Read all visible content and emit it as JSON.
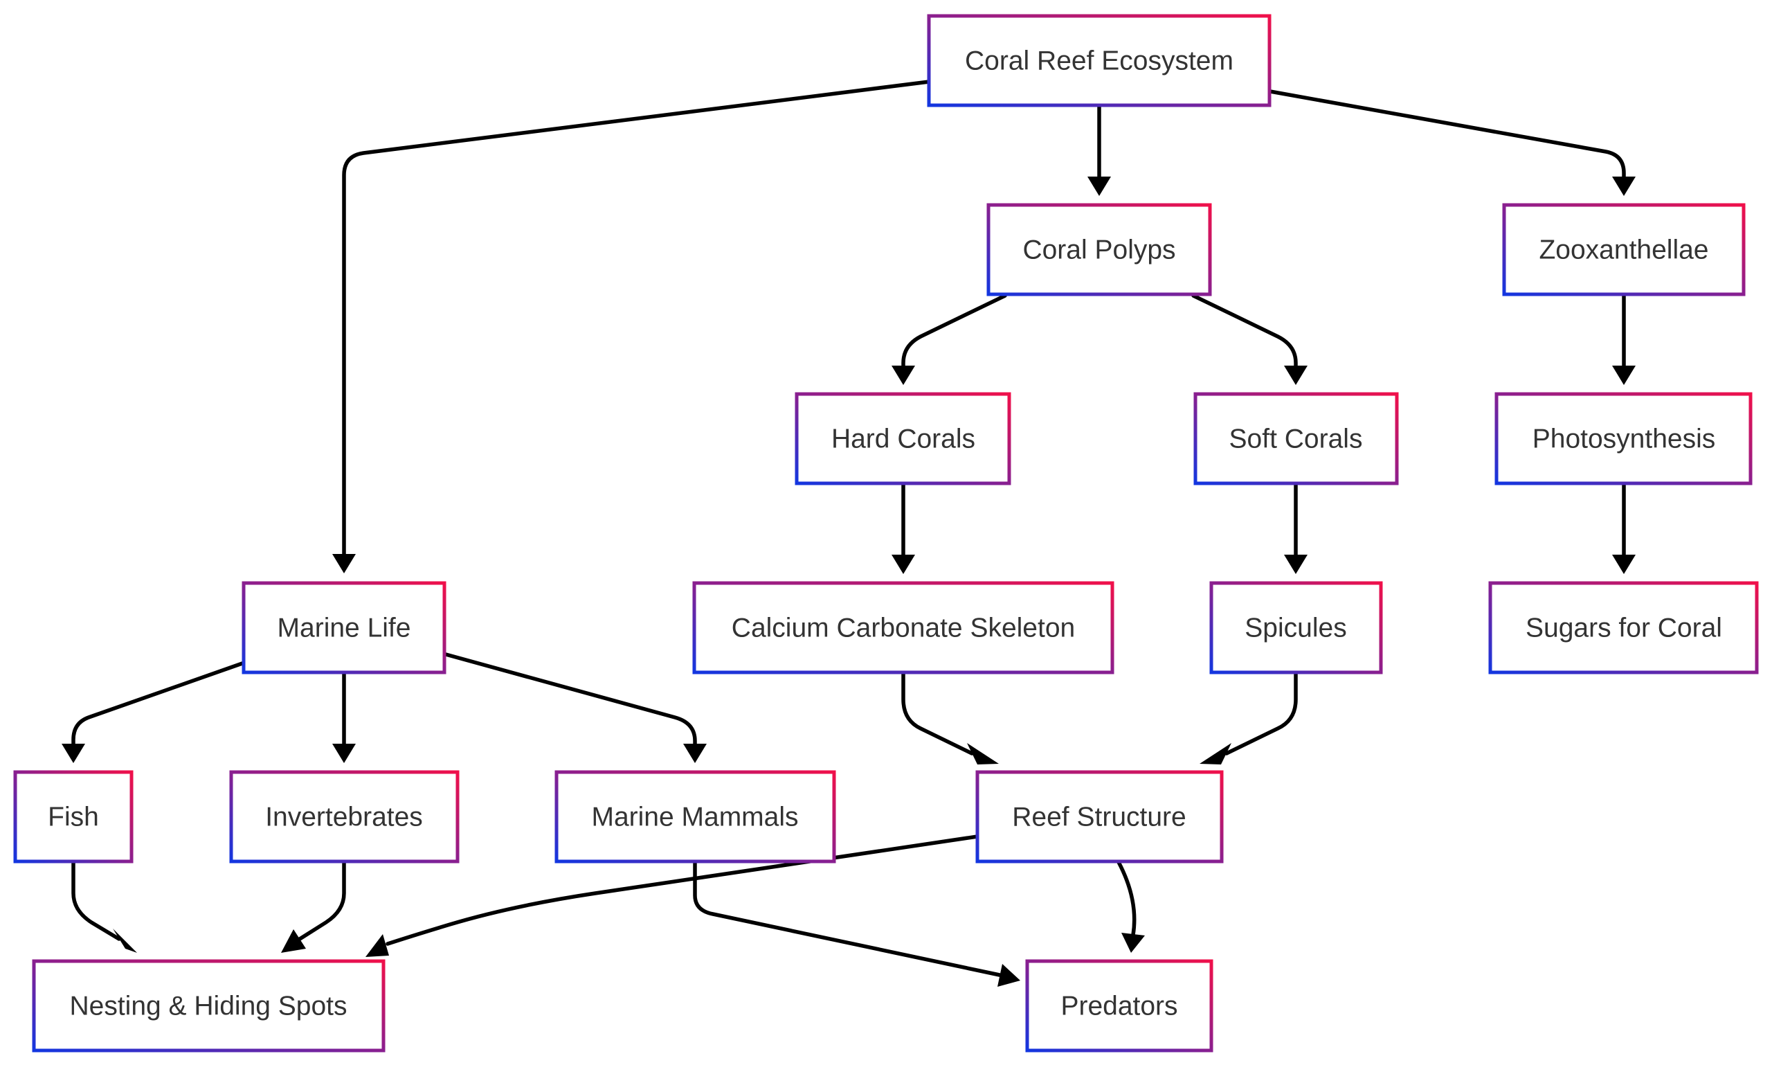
{
  "colors": {
    "border_start": "#1336e0",
    "border_mid": "#8a1f8f",
    "border_end": "#f0104a",
    "edge": "#000000",
    "text": "#333333",
    "background": "#ffffff"
  },
  "nodes": {
    "reef_ecosystem": "Coral Reef Ecosystem",
    "coral_polyps": "Coral Polyps",
    "zooxanthellae": "Zooxanthellae",
    "hard_corals": "Hard Corals",
    "soft_corals": "Soft Corals",
    "photosynthesis": "Photosynthesis",
    "marine_life": "Marine Life",
    "calcium_skeleton": "Calcium Carbonate Skeleton",
    "spicules": "Spicules",
    "sugars": "Sugars for Coral",
    "fish": "Fish",
    "invertebrates": "Invertebrates",
    "marine_mammals": "Marine Mammals",
    "reef_structure": "Reef Structure",
    "nesting_spots": "Nesting & Hiding Spots",
    "predators": "Predators"
  },
  "edges": [
    {
      "from": "reef_ecosystem",
      "to": "marine_life"
    },
    {
      "from": "reef_ecosystem",
      "to": "coral_polyps"
    },
    {
      "from": "reef_ecosystem",
      "to": "zooxanthellae"
    },
    {
      "from": "coral_polyps",
      "to": "hard_corals"
    },
    {
      "from": "coral_polyps",
      "to": "soft_corals"
    },
    {
      "from": "zooxanthellae",
      "to": "photosynthesis"
    },
    {
      "from": "hard_corals",
      "to": "calcium_skeleton"
    },
    {
      "from": "soft_corals",
      "to": "spicules"
    },
    {
      "from": "photosynthesis",
      "to": "sugars"
    },
    {
      "from": "marine_life",
      "to": "fish"
    },
    {
      "from": "marine_life",
      "to": "invertebrates"
    },
    {
      "from": "marine_life",
      "to": "marine_mammals"
    },
    {
      "from": "calcium_skeleton",
      "to": "reef_structure"
    },
    {
      "from": "spicules",
      "to": "reef_structure"
    },
    {
      "from": "fish",
      "to": "nesting_spots"
    },
    {
      "from": "invertebrates",
      "to": "nesting_spots"
    },
    {
      "from": "reef_structure",
      "to": "nesting_spots"
    },
    {
      "from": "marine_mammals",
      "to": "predators"
    },
    {
      "from": "reef_structure",
      "to": "predators"
    }
  ]
}
